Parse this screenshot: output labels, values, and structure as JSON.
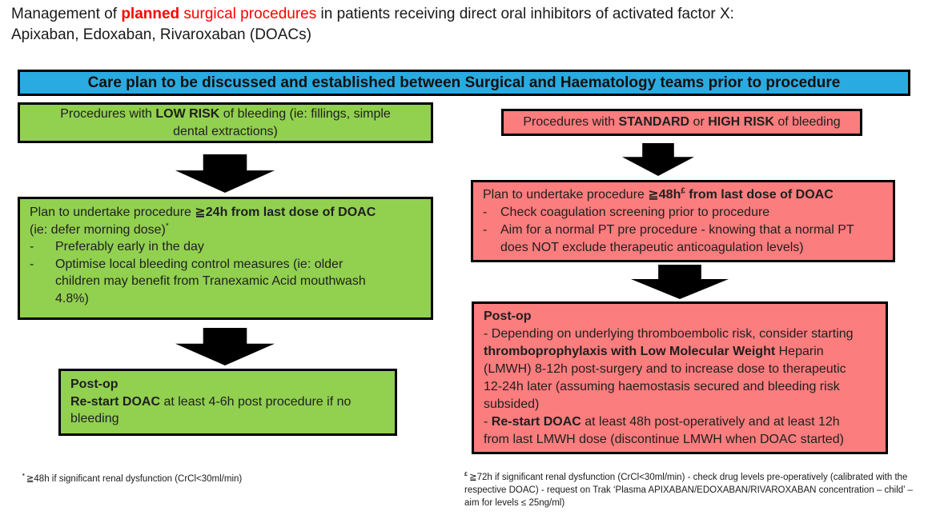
{
  "colors": {
    "green": "#92D050",
    "pink": "#FB7D7D",
    "blue": "#29ABE2",
    "red": "#FF0000",
    "arrow": "#000000"
  },
  "title": {
    "lines": [
      {
        "runs": [
          {
            "t": "Management of "
          },
          {
            "t": "planned",
            "b": true,
            "c": "#FF0000"
          },
          {
            "t": " surgical procedures",
            "c": "#FF0000"
          },
          {
            "t": " in patients receiving direct oral inhibitors of activated factor X:"
          }
        ]
      },
      {
        "runs": [
          {
            "t": "Apixaban, Edoxaban, Rivaroxaban (DOACs)"
          }
        ]
      }
    ]
  },
  "banner": {
    "label": "Care plan to be discussed and established between Surgical and Haematology teams prior to procedure"
  },
  "left": {
    "risk_box": {
      "runs": [
        {
          "t": "Procedures with "
        },
        {
          "t": "LOW RISK",
          "b": true
        },
        {
          "t": " of bleeding (ie: fillings, simple dental extractions)"
        }
      ]
    },
    "plan_box": {
      "lines": [
        {
          "runs": [
            {
              "t": "Plan to undertake procedure "
            },
            {
              "t": "≧24h from last dose of DOAC",
              "b": true
            },
            {
              "t": " (ie: defer morning dose)"
            },
            {
              "t": "*",
              "sup": true
            }
          ]
        },
        {
          "bullet": "-",
          "runs": [
            {
              "t": "Preferably early in the day"
            }
          ]
        },
        {
          "bullet": "-",
          "runs": [
            {
              "t": "Optimise local bleeding control measures (ie: older children may benefit from Tranexamic Acid mouthwash 4.8%)"
            }
          ]
        }
      ]
    },
    "postop_box": {
      "lines": [
        {
          "runs": [
            {
              "t": "Post-op",
              "b": true
            }
          ]
        },
        {
          "runs": [
            {
              "t": "Re-start DOAC",
              "b": true
            },
            {
              "t": " at least 4-6h post procedure if no bleeding"
            }
          ]
        }
      ]
    },
    "footnote": {
      "runs": [
        {
          "t": "* ",
          "sup": true,
          "b": true
        },
        {
          "t": "≧48h if significant renal dysfunction (CrCl<30ml/min)"
        }
      ]
    }
  },
  "right": {
    "risk_box": {
      "runs": [
        {
          "t": "Procedures with "
        },
        {
          "t": "STANDARD",
          "b": true
        },
        {
          "t": " or "
        },
        {
          "t": "HIGH RISK",
          "b": true
        },
        {
          "t": " of bleeding"
        }
      ]
    },
    "plan_box": {
      "lines": [
        {
          "runs": [
            {
              "t": "Plan to undertake procedure "
            },
            {
              "t": "≧48h",
              "b": true
            },
            {
              "t": "£",
              "b": true,
              "sup": true
            },
            {
              "t": " from last dose of DOAC",
              "b": true
            }
          ]
        },
        {
          "bullet": "-",
          "runs": [
            {
              "t": "Check coagulation screening prior to procedure"
            }
          ]
        },
        {
          "bullet": "-",
          "runs": [
            {
              "t": "Aim for a normal PT pre procedure - knowing that a normal PT does NOT exclude therapeutic anticoagulation levels)"
            }
          ]
        }
      ]
    },
    "postop_box": {
      "lines": [
        {
          "runs": [
            {
              "t": "Post-op",
              "b": true
            }
          ]
        },
        {
          "runs": [
            {
              "t": "- Depending on underlying thromboembolic risk, consider starting "
            },
            {
              "t": "thromboprophylaxis with Low Molecular Weight",
              "b": true
            },
            {
              "t": " Heparin (LMWH) 8-12h post-surgery and to increase dose to therapeutic 12-24h later (assuming haemostasis secured and bleeding risk subsided)"
            }
          ]
        },
        {
          "runs": [
            {
              "t": "- "
            },
            {
              "t": "Re-start DOAC",
              "b": true
            },
            {
              "t": " at least 48h post-operatively and at least 12h from last LMWH dose (discontinue LMWH when DOAC started)"
            }
          ]
        }
      ]
    },
    "footnote": {
      "runs": [
        {
          "t": "£ ",
          "sup": true,
          "b": true
        },
        {
          "t": "≧72h if significant renal dysfunction (CrCl<30ml/min) - check drug levels pre-operatively (calibrated with the respective DOAC) - request on Trak ‘Plasma APIXABAN/EDOXABAN/RIVAROXABAN concentration – child’ – aim for levels ≤ 25ng/ml)"
        }
      ]
    }
  }
}
